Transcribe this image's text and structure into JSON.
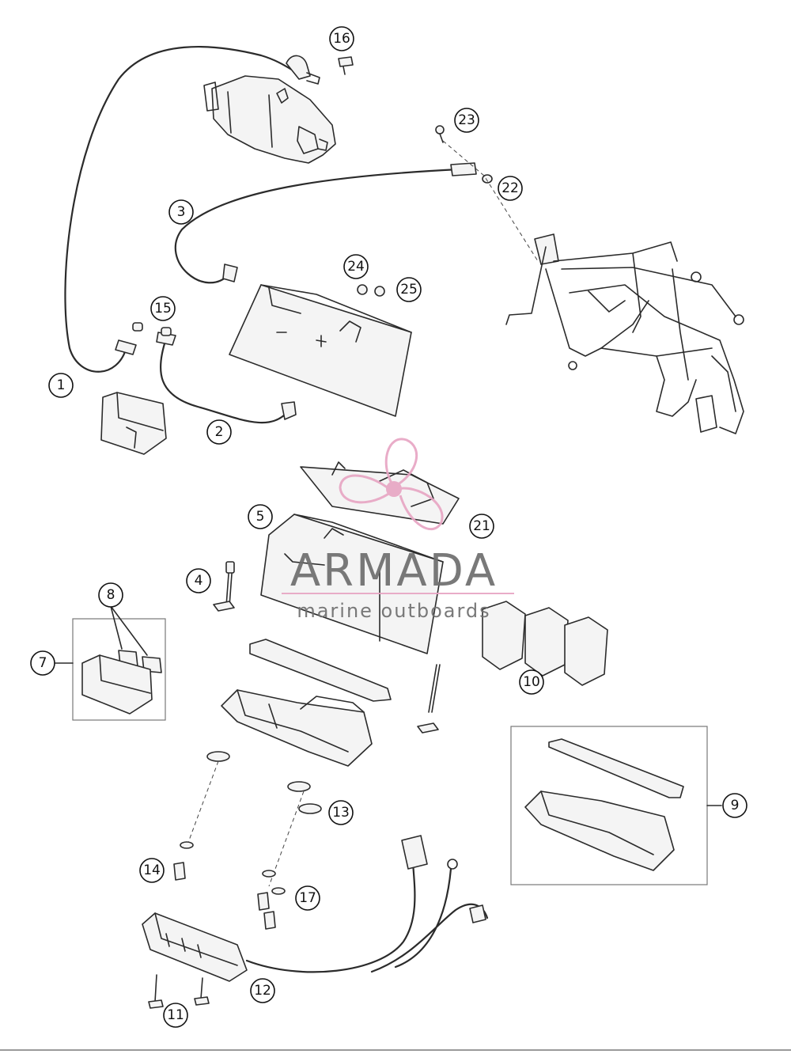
{
  "callouts": [
    {
      "id": "1",
      "label": "1"
    },
    {
      "id": "2",
      "label": "2"
    },
    {
      "id": "3",
      "label": "3"
    },
    {
      "id": "4",
      "label": "4"
    },
    {
      "id": "5",
      "label": "5"
    },
    {
      "id": "7",
      "label": "7"
    },
    {
      "id": "8",
      "label": "8"
    },
    {
      "id": "9",
      "label": "9"
    },
    {
      "id": "10",
      "label": "10"
    },
    {
      "id": "11",
      "label": "11"
    },
    {
      "id": "12",
      "label": "12"
    },
    {
      "id": "13",
      "label": "13"
    },
    {
      "id": "14",
      "label": "14"
    },
    {
      "id": "15",
      "label": "15"
    },
    {
      "id": "16",
      "label": "16"
    },
    {
      "id": "17",
      "label": "17"
    },
    {
      "id": "21",
      "label": "21"
    },
    {
      "id": "22",
      "label": "22"
    },
    {
      "id": "23",
      "label": "23"
    },
    {
      "id": "24",
      "label": "24"
    },
    {
      "id": "25",
      "label": "25"
    }
  ],
  "watermark": {
    "brand": "ARMADA",
    "tagline": "marine outboards",
    "accent_color": "#e8a6c4",
    "text_color": "#6e6e6e"
  }
}
